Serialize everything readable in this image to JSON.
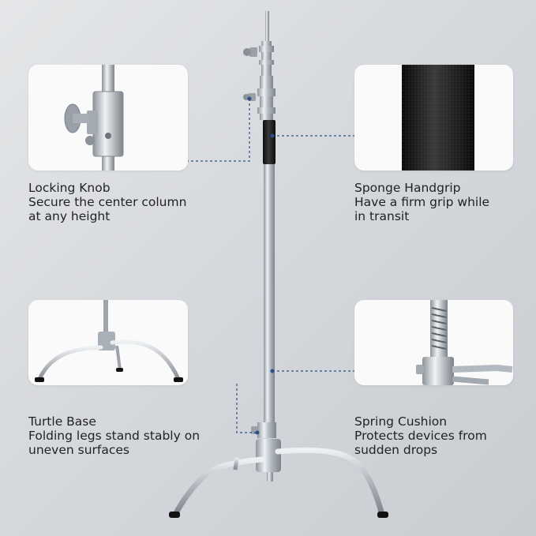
{
  "features": [
    {
      "title": "Locking Knob",
      "line1": "Secure the center column",
      "line2": "at any height",
      "icon": "locking-knob-icon"
    },
    {
      "title": "Sponge Handgrip",
      "line1": "Have a firm grip while",
      "line2": "in transit",
      "icon": "sponge-handgrip-icon"
    },
    {
      "title": "Turtle Base",
      "line1": "Folding legs stand stably on",
      "line2": "uneven surfaces",
      "icon": "turtle-base-icon"
    },
    {
      "title": "Spring Cushion",
      "line1": "Protects devices from",
      "line2": "sudden drops",
      "icon": "spring-cushion-icon"
    }
  ],
  "colors": {
    "background": "#d6d9dc",
    "card": "#fafafa",
    "leader_line": "#2f4f86",
    "steel": "#b9bfc6",
    "grip": "#1a1a1a"
  }
}
